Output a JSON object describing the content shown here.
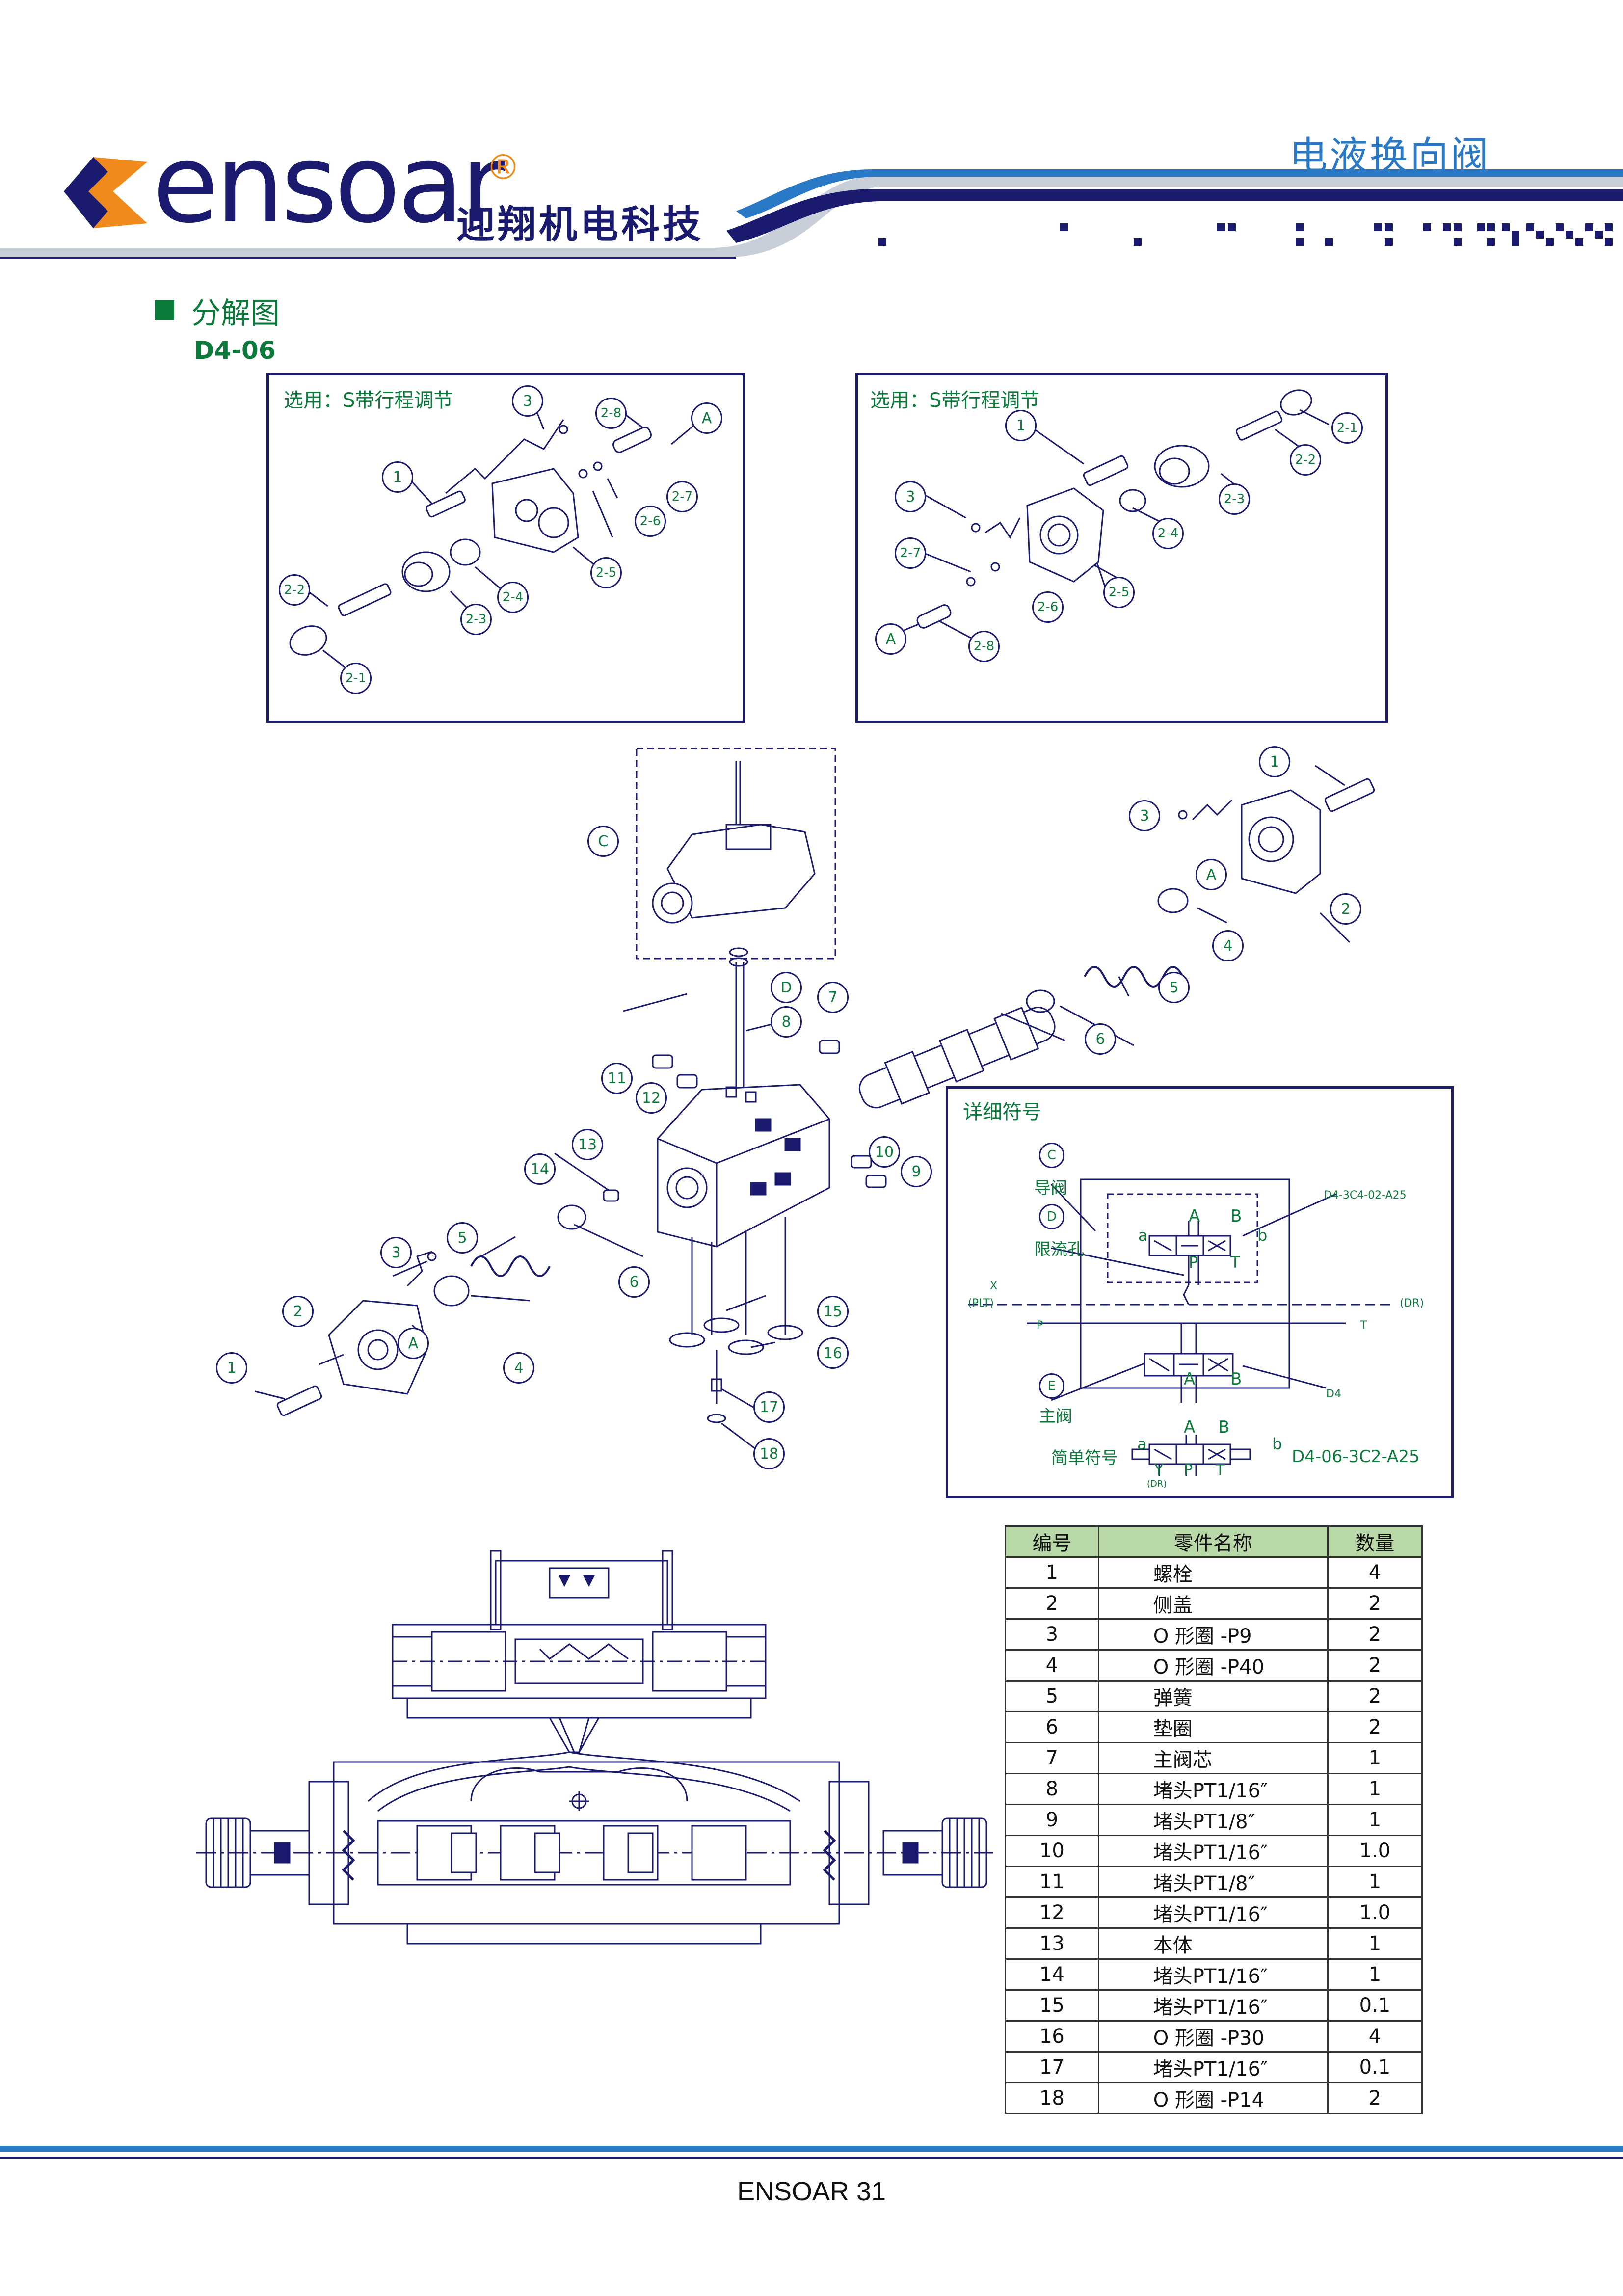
{
  "header": {
    "brand_logo_text": "ensoar",
    "registered_mark": "®",
    "brand_name_cn": "迎翔机电科技",
    "doc_title": "电液换向阀"
  },
  "section": {
    "title": "分解图",
    "model": "D4-06"
  },
  "option_panels": [
    {
      "label": "选用：S带行程调节",
      "callouts": [
        "3",
        "2-8",
        "A",
        "1",
        "2-7",
        "2-6",
        "2-5",
        "2-4",
        "2-3",
        "2-2",
        "2-1"
      ]
    },
    {
      "label": "选用：S带行程调节",
      "callouts": [
        "1",
        "2-1",
        "2-2",
        "2-3",
        "3",
        "2-4",
        "2-7",
        "2-5",
        "2-6",
        "A",
        "2-8"
      ]
    }
  ],
  "exploded_callouts": [
    "C",
    "1",
    "3",
    "A",
    "2",
    "4",
    "5",
    "D",
    "7",
    "8",
    "6",
    "11",
    "12",
    "13",
    "10",
    "9",
    "14",
    "5",
    "3",
    "6",
    "2",
    "A",
    "4",
    "1",
    "15",
    "16",
    "17",
    "18"
  ],
  "symbol_panel": {
    "title": "详细符号",
    "callout_c": "C",
    "pilot_valve": "导阀",
    "callout_d": "D",
    "orifice": "限流孔",
    "code_pilot": "D4-3C4-02-A25",
    "port_x": "X",
    "port_plt": "(PLT)",
    "port_dr": "(DR)",
    "port_p": "P",
    "port_t": "T",
    "port_a": "A",
    "port_b": "B",
    "sol_a": "a",
    "sol_b": "b",
    "callout_e": "E",
    "main_valve": "主阀",
    "code_main": "D4",
    "simple_label": "简单符号",
    "simple_code": "D4-06-3C2-A25",
    "port_y": "Y",
    "port_y_dr": "(DR)"
  },
  "parts_table": {
    "headers": [
      "编号",
      "零件名称",
      "数量"
    ],
    "rows": [
      [
        "1",
        "螺栓",
        "4"
      ],
      [
        "2",
        "侧盖",
        "2"
      ],
      [
        "3",
        "O 形圈 -P9",
        "2"
      ],
      [
        "4",
        "O 形圈 -P40",
        "2"
      ],
      [
        "5",
        "弹簧",
        "2"
      ],
      [
        "6",
        "垫圈",
        "2"
      ],
      [
        "7",
        "主阀芯",
        "1"
      ],
      [
        "8",
        "堵头PT1/16″",
        "1"
      ],
      [
        "9",
        "堵头PT1/8″",
        "1"
      ],
      [
        "10",
        "堵头PT1/16″",
        "1.0"
      ],
      [
        "11",
        "堵头PT1/8″",
        "1"
      ],
      [
        "12",
        "堵头PT1/16″",
        "1.0"
      ],
      [
        "13",
        "本体",
        "1"
      ],
      [
        "14",
        "堵头PT1/16″",
        "1"
      ],
      [
        "15",
        "堵头PT1/16″",
        "0.1"
      ],
      [
        "16",
        "O 形圈 -P30",
        "4"
      ],
      [
        "17",
        "堵头PT1/16″",
        "0.1"
      ],
      [
        "18",
        "O 形圈 -P14",
        "2"
      ]
    ]
  },
  "footer": {
    "page_label": "ENSOAR 31"
  },
  "colors": {
    "navy": "#1a1a6e",
    "green": "#0b7a3a",
    "blue": "#2a79c6",
    "orange": "#f08a1d",
    "table_header": "#b9d8a7"
  }
}
